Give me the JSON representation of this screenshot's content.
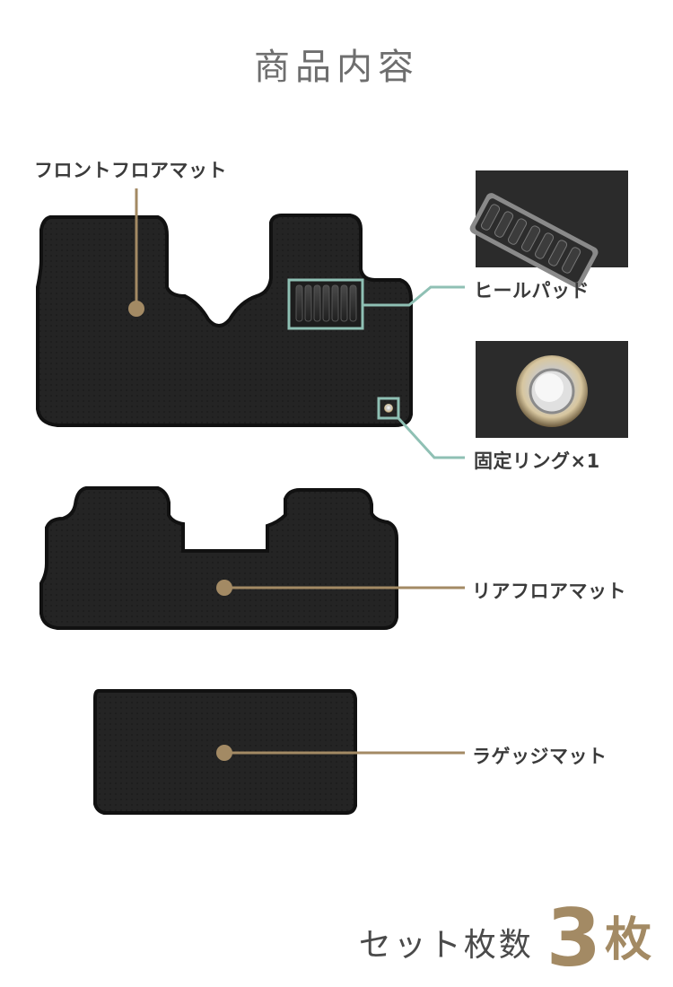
{
  "title": "商品内容",
  "callouts": {
    "front": "フロントフロアマット",
    "heel": "ヒールパッド",
    "ring": "固定リング×1",
    "rear": "リアフロアマット",
    "luggage": "ラゲッジマット"
  },
  "set_count": {
    "label": "セット枚数",
    "number": "3",
    "unit": "枚"
  },
  "colors": {
    "gold": "#a38a64",
    "teal": "#8fc0b4",
    "mat": "#222222"
  }
}
